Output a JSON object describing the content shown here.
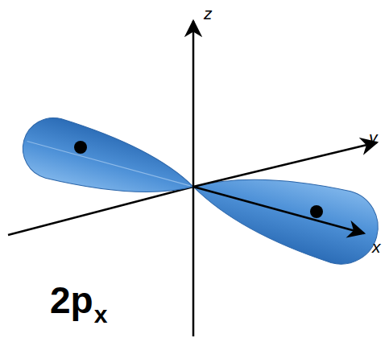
{
  "diagram": {
    "labels": [
      "z",
      "y",
      "x",
      "2p",
      "x"
    ]
  }
}
